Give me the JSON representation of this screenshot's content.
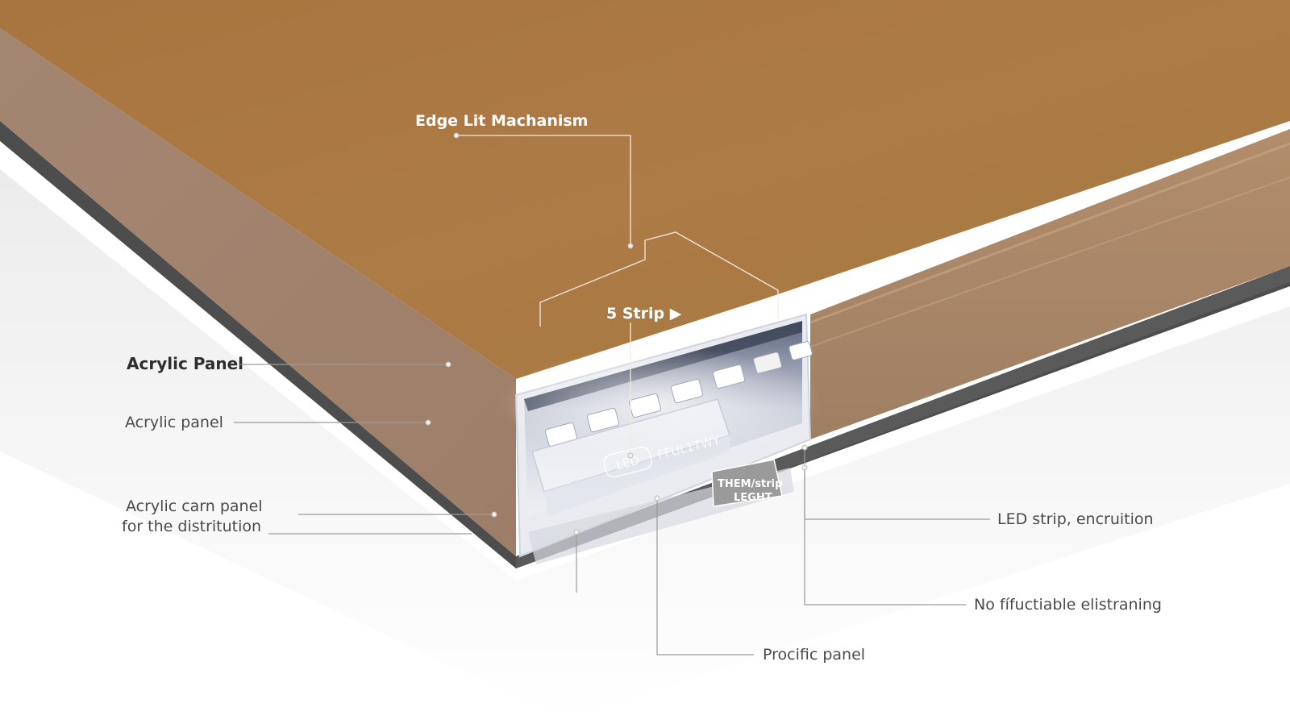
{
  "labels": {
    "mechanism": "Edge Lit Machanism",
    "strip": "5 Strip ▶",
    "acrylic_panel_bold": "Acrylic Panel",
    "acrylic_panel": "Acrylic panel",
    "carn_panel_line1": "Acrylic carn panel",
    "carn_panel_line2": "for the distritution",
    "led_strip": "LED strip, encruition",
    "no_fifuctiable": "No fífuctiable elistraning",
    "procific_panel": "Procific panel",
    "tag_line1": "THEM/strip",
    "tag_line2": "LEGHT",
    "led_mark": "LED",
    "led_engraving": "FFUL1TWY"
  },
  "colors": {
    "panel_top": "#a9794a",
    "panel_edge": "#a58a74",
    "base_dark": "#4e4e4e",
    "led_glow": "#ffffff",
    "channel": "#8a96b4"
  }
}
